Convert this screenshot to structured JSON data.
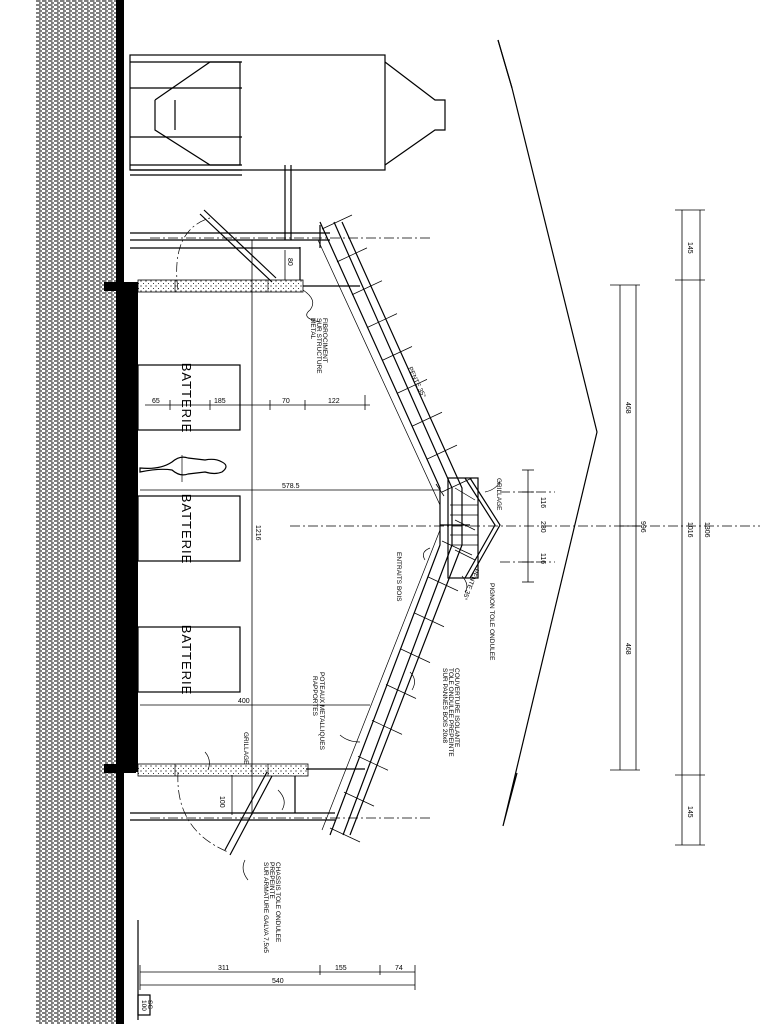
{
  "labels": {
    "batterie_1": "BATTERIE",
    "batterie_2": "BATTERIE",
    "batterie_3": "BATTERIE",
    "grillage_top": "GRILLAGE",
    "grillage_bottom": "GRILLAGE",
    "pente_top": "PENTE 35°",
    "pente_bottom": "PENTE 35°",
    "entraits": "ENTRAITS BOIS",
    "pignon": "PIGNON TOLE ONDULEE",
    "couverture_1": "COUVERTURE ISOLANTE",
    "couverture_2": "TOLE ONDULEE PREPEINTE",
    "couverture_3": "SUR PANNES BOIS 20x8",
    "poteaux_1": "POTEAUX METALLIQUES",
    "poteaux_2": "RAPPORTES",
    "fibro_1": "FIBROCIMENT",
    "fibro_2": "SUR STRUCTURE",
    "fibro_3": "METAL",
    "chassis_1": "CHASSIS TOLE ONDULEE",
    "chassis_2": "PREPEINTE",
    "chassis_3": "SUR ARMATURE GALVA 7,5x5",
    "scale_1": "SC",
    "scale_2": "100"
  },
  "dims": {
    "d65": "65",
    "d185": "185",
    "d70": "70",
    "d122": "122",
    "d578": "578.5",
    "d1216": "1216",
    "d80": "80",
    "d400": "400",
    "d100": "100",
    "d311": "311",
    "d155": "155",
    "d74": "74",
    "d540": "540",
    "d116a": "116",
    "d230": "230",
    "d116b": "116",
    "d468a": "468",
    "d468b": "468",
    "d996": "996",
    "d145a": "145",
    "d145b": "145",
    "d1016": "1016",
    "d1306": "1306"
  }
}
